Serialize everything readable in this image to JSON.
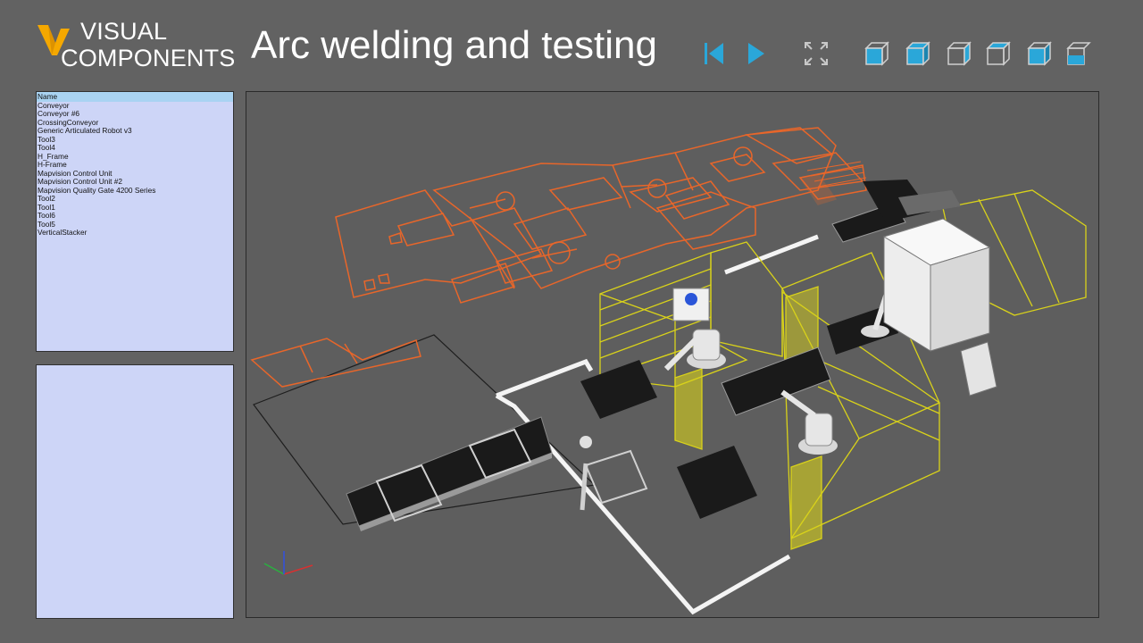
{
  "brand": {
    "logo_line1": "VISUAL",
    "logo_line2": "COMPONENTS",
    "accent_color": "#f5a800"
  },
  "header": {
    "title": "Arc welding and testing"
  },
  "toolbar": {
    "nav_icons": [
      "skip-to-start-icon",
      "play-icon"
    ],
    "fullscreen_icon": "fullscreen-icon",
    "view_icons": [
      "view-cube-1-icon",
      "view-cube-2-icon",
      "view-cube-3-icon",
      "view-cube-4-icon",
      "view-cube-5-icon",
      "view-cube-6-icon"
    ],
    "icon_color": "#2aa7d9"
  },
  "component_list": {
    "header": "Name",
    "items": [
      "Conveyor",
      "Conveyor #6",
      "CrossingConveyor",
      "Generic Articulated Robot v3",
      "Tool3",
      "Tool4",
      "H_Frame",
      "H-Frame",
      "Mapvision Control Unit",
      "Mapvision Control Unit #2",
      "Mapvision Quality Gate 4200 Series",
      "Tool2",
      "Tool1",
      "Tool6",
      "Tool5",
      "VerticalStacker"
    ]
  },
  "properties_panel": {},
  "viewport": {
    "layout_color": "#e8662a",
    "fence_color": "#d9d21a",
    "axis_colors": {
      "x": "#d93030",
      "y": "#2ab040",
      "z": "#3050e0"
    }
  }
}
